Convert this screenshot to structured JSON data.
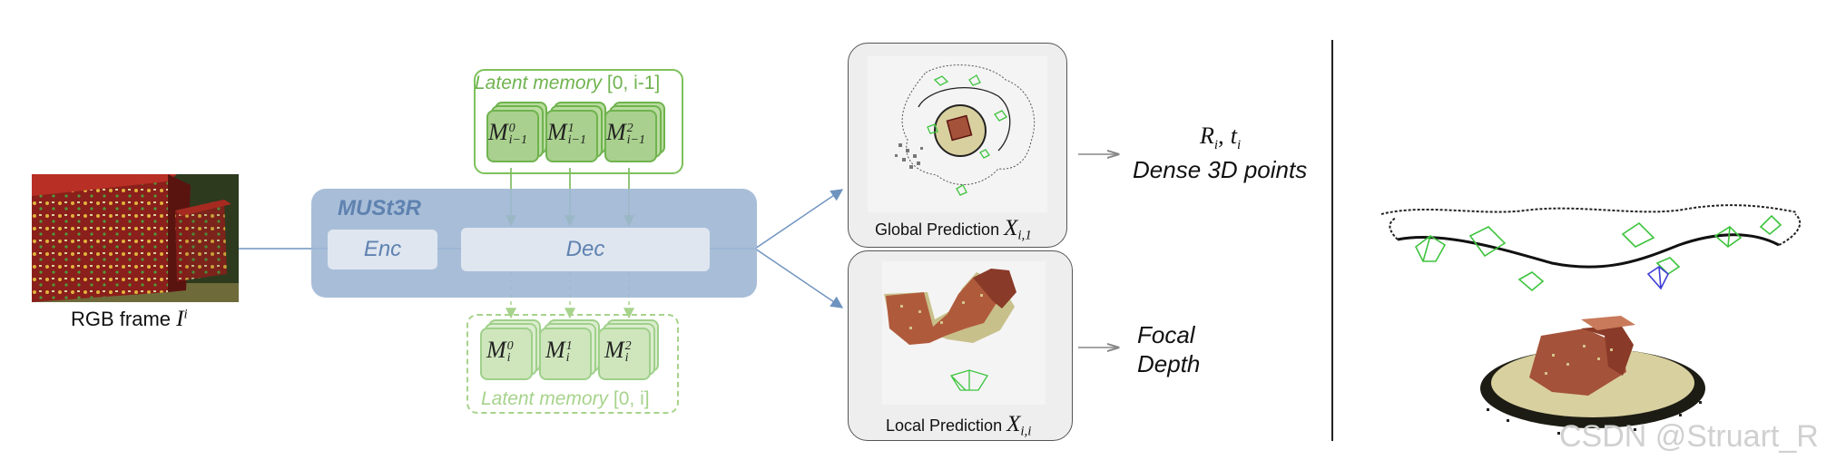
{
  "input": {
    "caption_prefix": "RGB frame",
    "caption_symbol": "I",
    "caption_superscript": "i"
  },
  "model": {
    "name": "MUSt3R",
    "encoder_label": "Enc",
    "decoder_label": "Dec"
  },
  "memory_prev": {
    "label_word": "Latent memory",
    "label_range": "[0, i-1]",
    "items": [
      {
        "symbol": "M",
        "sup": "0",
        "sub": "i−1"
      },
      {
        "symbol": "M",
        "sup": "1",
        "sub": "i−1"
      },
      {
        "symbol": "M",
        "sup": "2",
        "sub": "i−1"
      }
    ]
  },
  "memory_new": {
    "label_word": "Latent memory",
    "label_range": "[0, i]",
    "items": [
      {
        "symbol": "M",
        "sup": "0",
        "sub": "i"
      },
      {
        "symbol": "M",
        "sup": "1",
        "sub": "i"
      },
      {
        "symbol": "M",
        "sup": "2",
        "sub": "i"
      }
    ]
  },
  "global_prediction": {
    "label": "Global Prediction",
    "symbol": "X",
    "subscript": "i,1"
  },
  "local_prediction": {
    "label": "Local Prediction",
    "symbol": "X",
    "subscript": "i,i"
  },
  "outputs_global": {
    "pose_line_r": "R",
    "pose_line_r_sub": "i",
    "pose_line_sep": ",",
    "pose_line_t": "t",
    "pose_line_t_sub": "i",
    "points_line": "Dense 3D points"
  },
  "outputs_local": {
    "line1": "Focal",
    "line2": "Depth"
  },
  "watermark": "CSDN @Struart_R",
  "colors": {
    "model_block": "#9fb7d4",
    "model_inner": "#dfe6f0",
    "model_text": "#5f82b0",
    "memory_green": "#6fb34e",
    "memory_light": "#a7d38c",
    "arrow_blue": "#6f93bf",
    "arrow_gray": "#888888"
  }
}
